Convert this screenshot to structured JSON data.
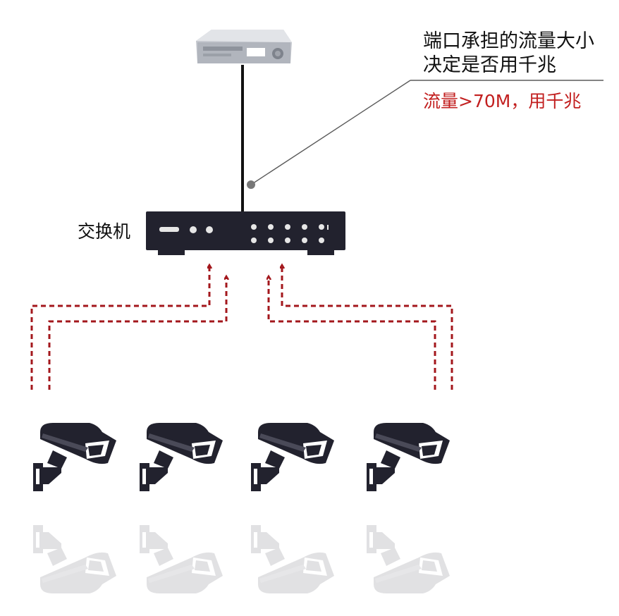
{
  "annotation": {
    "line1": "端口承担的流量大小",
    "line2": "决定是否用千兆",
    "highlight": "流量>70M，用千兆"
  },
  "switch": {
    "label": "交换机"
  },
  "colors": {
    "accent_red": "#c21f1f",
    "dashed_arrow": "#a3171c",
    "device_dark": "#22222e",
    "server_gray": "#b9bcc4"
  },
  "icons": [
    "server-icon",
    "switch-icon",
    "camera-icon"
  ]
}
